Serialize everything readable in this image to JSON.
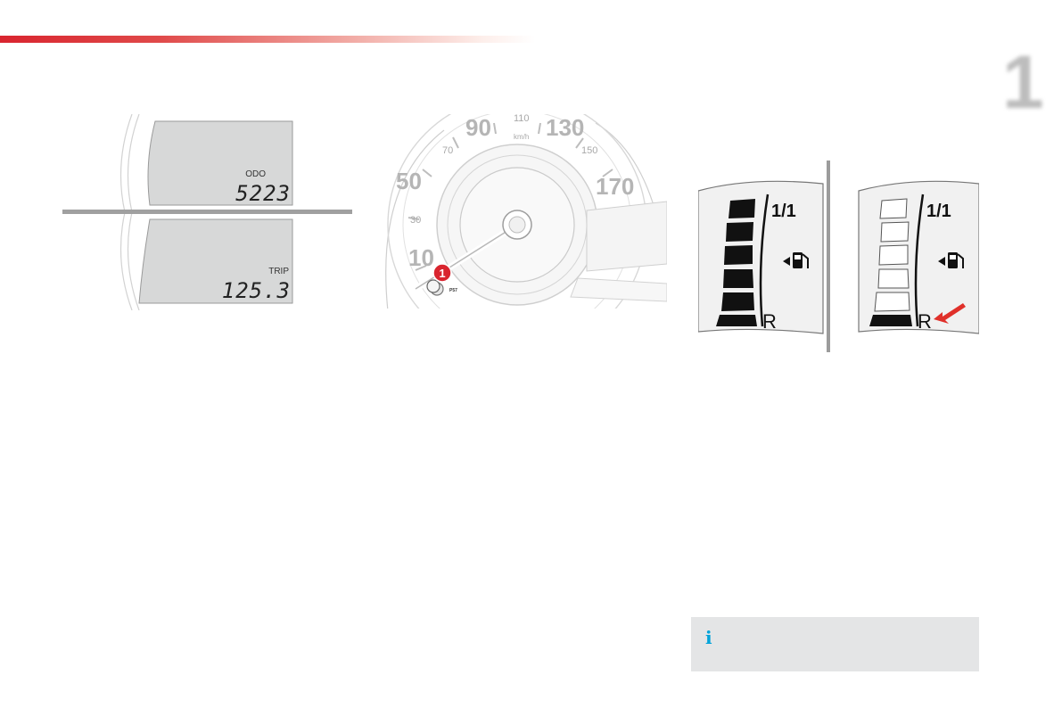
{
  "page": {
    "chapter_number": "1",
    "accent_color": "#d9252f"
  },
  "odometer_figure": {
    "odo_label": "ODO",
    "odo_value": "5223",
    "trip_label": "TRIP",
    "trip_value": "125.3"
  },
  "speedometer_figure": {
    "unit": "km/h",
    "major_ticks": [
      "10",
      "50",
      "90",
      "130",
      "170"
    ],
    "minor_ticks": [
      "30",
      "70",
      "110",
      "150"
    ],
    "callout_number": "1",
    "callout_color": "#d9252f",
    "button_code": "P57"
  },
  "fuel_figure": {
    "full_label": "1/1",
    "reserve_label": "R",
    "left_gauge": {
      "filled_segments": 6,
      "total_segments": 6
    },
    "right_gauge": {
      "filled_segments": 1,
      "total_segments": 6,
      "arrow_color": "#e0302a"
    }
  },
  "info_box": {
    "icon": "info-icon",
    "icon_glyph": "i",
    "icon_color": "#00a3d9"
  }
}
